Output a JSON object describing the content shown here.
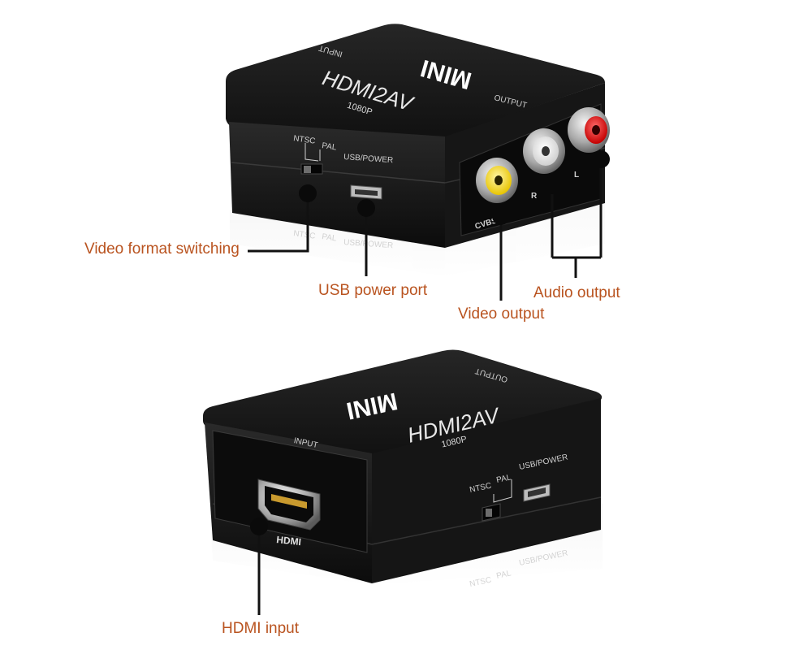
{
  "colors": {
    "callout_text": "#b9531f",
    "device_body": "#1a1a1a",
    "line": "#111111"
  },
  "top_device": {
    "logo": "MINI",
    "model": "HDMI2AV",
    "resolution": "1080P",
    "input_label": "INPUT",
    "output_label": "OUTPUT",
    "switch_labels": {
      "ntsc": "NTSC",
      "pal": "PAL"
    },
    "usb_label": "USB/POWER",
    "port_labels": {
      "cvbs": "CVBS",
      "right": "R",
      "left": "L"
    }
  },
  "bottom_device": {
    "logo": "MINI",
    "model": "HDMI2AV",
    "resolution": "1080P",
    "input_label": "INPUT",
    "output_label": "OUTPUT",
    "switch_labels": {
      "ntsc": "NTSC",
      "pal": "PAL"
    },
    "usb_label": "USB/POWER",
    "hdmi_label": "HDMI"
  },
  "callouts": {
    "video_format": "Video format switching",
    "usb_power": "USB power port",
    "video_output": "Video output",
    "audio_output": "Audio output",
    "hdmi_input": "HDMI input"
  }
}
